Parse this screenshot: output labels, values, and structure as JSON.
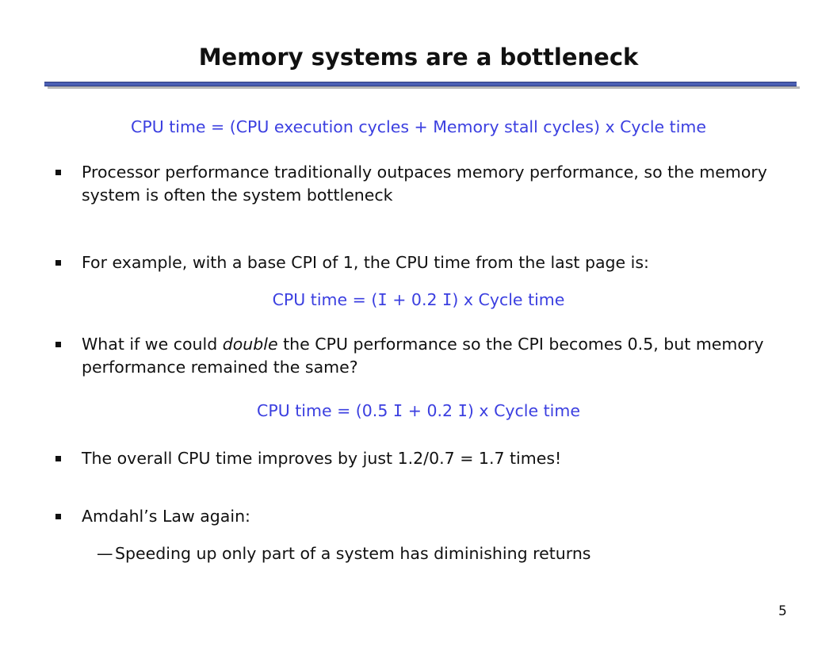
{
  "title": "Memory systems are a bottleneck",
  "formula_main": "CPU time = (CPU execution cycles + Memory stall cycles) x Cycle time",
  "bullets": [
    {
      "text": "Processor performance traditionally outpaces memory performance, so the memory system is often the system bottleneck"
    },
    {
      "text": "For example, with a base CPI of 1, the CPU time from the last page is:"
    },
    {
      "text_before": "What if we could ",
      "text_emph": "double",
      "text_after": " the CPU performance so the CPI becomes 0.5, but memory performance remained the same?"
    },
    {
      "text": "The overall CPU time improves by just 1.2/0.7 = 1.7 times!"
    },
    {
      "text": "Amdahl’s Law again:"
    }
  ],
  "formula_2": {
    "prefix": "CPU time = (",
    "var1": "I",
    "middle": " + 0.2 ",
    "var2": "I",
    "suffix": ") x Cycle time"
  },
  "formula_3": {
    "prefix": "CPU time = (0.5 ",
    "var1": "I",
    "middle": " + 0.2 ",
    "var2": "I",
    "suffix": ") x Cycle time"
  },
  "sub_bullet": {
    "dash": "—",
    "text": "Speeding up only part of a system has diminishing returns"
  },
  "page_number": "5",
  "colors": {
    "formula": "#3b3fe0",
    "rule": "#4b5fb3",
    "rule_shadow": "#b8b8b8"
  }
}
